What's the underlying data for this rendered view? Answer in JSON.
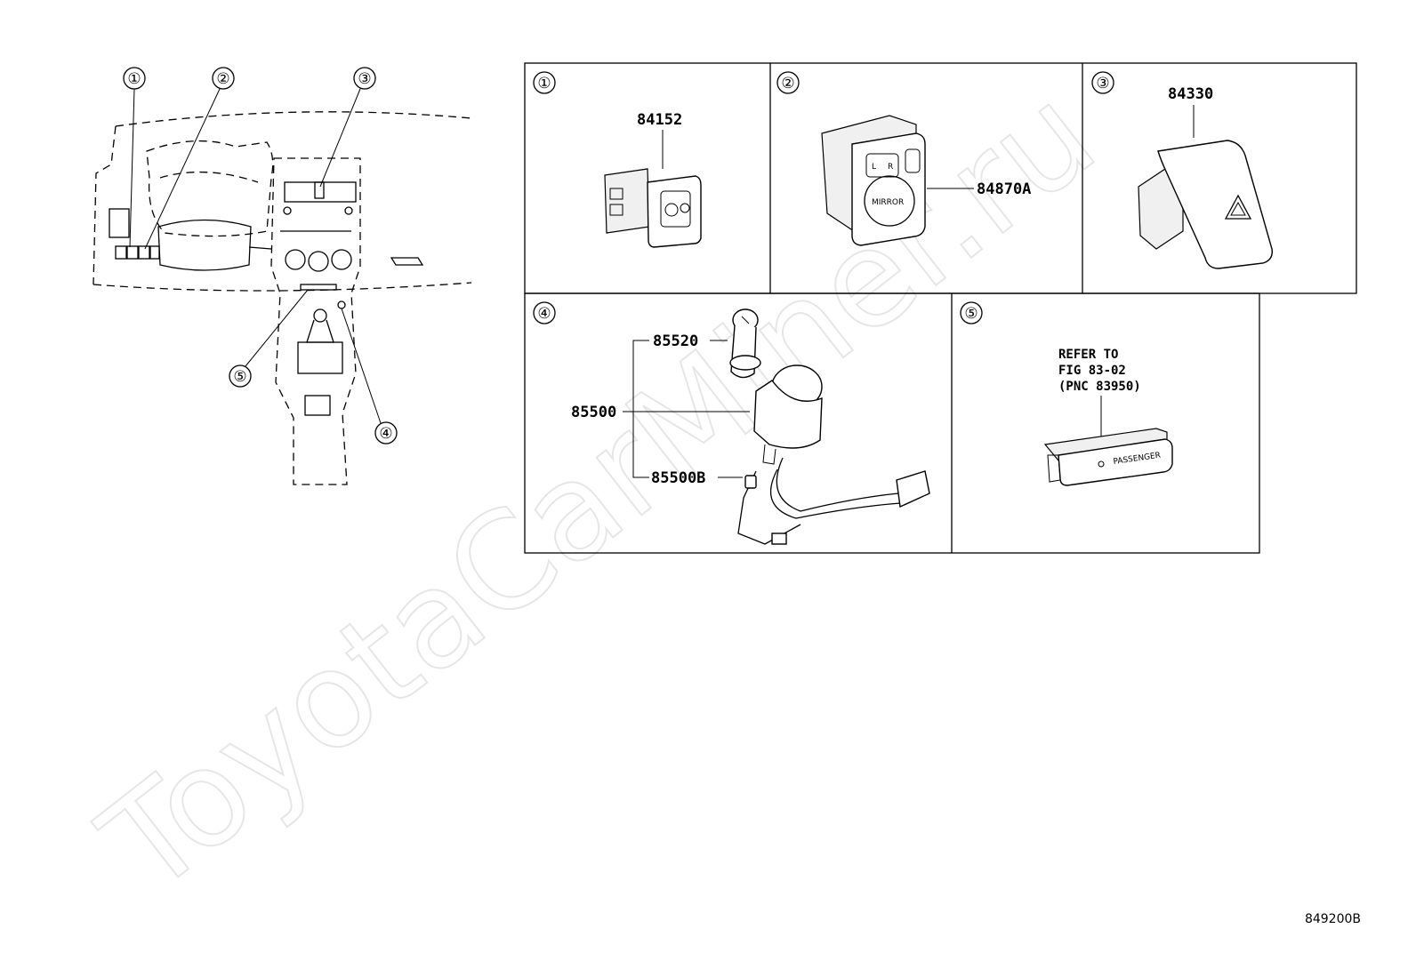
{
  "watermark": "ToyotaCarMiner.ru",
  "figure_code": "849200B",
  "callouts": {
    "c1": "①",
    "c2": "②",
    "c3": "③",
    "c4": "④",
    "c5": "⑤"
  },
  "panels": {
    "p1": {
      "number": "①",
      "part": "84152"
    },
    "p2": {
      "number": "②",
      "part": "84870A",
      "buttons": {
        "l": "L",
        "r": "R",
        "mirror": "MIRROR"
      }
    },
    "p3": {
      "number": "③",
      "part": "84330"
    },
    "p4": {
      "number": "④",
      "parts": {
        "a": "85520",
        "b": "85500",
        "c": "85500B"
      }
    },
    "p5": {
      "number": "⑤",
      "note": [
        "REFER TO",
        "FIG 83-02",
        "(PNC 83950)"
      ],
      "switch_label": "PASSENGER"
    }
  }
}
